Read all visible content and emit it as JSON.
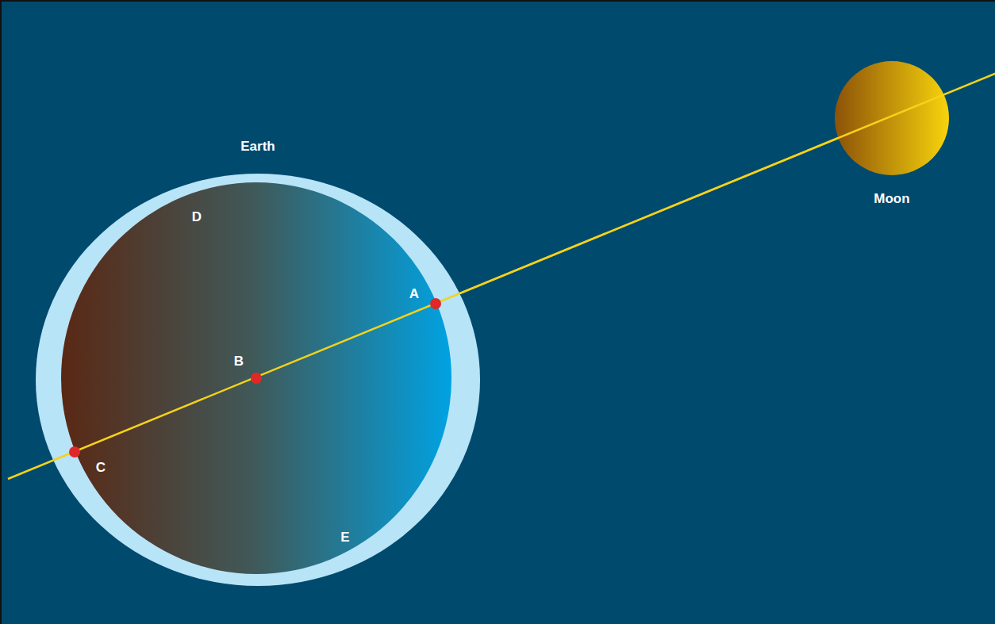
{
  "diagram": {
    "nodes": [
      {
        "text": [
          "Earth"
        ]
      },
      {
        "text": [
          "Moon"
        ]
      }
    ],
    "edges": [
      {
        "from": 0,
        "to": 1,
        "arrow": "none"
      }
    ],
    "labels": [
      "A",
      "B",
      "C",
      "D",
      "E"
    ]
  }
}
